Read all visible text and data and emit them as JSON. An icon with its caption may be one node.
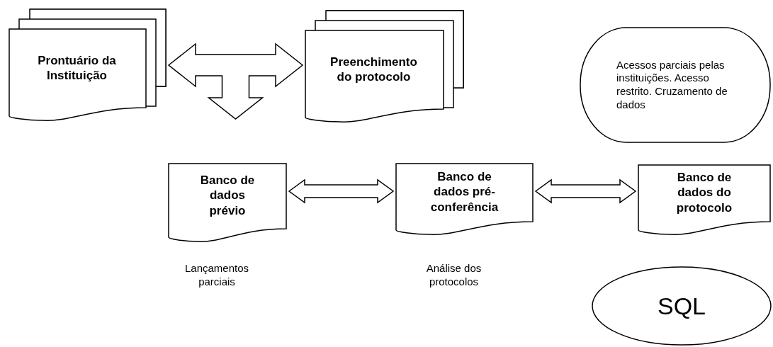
{
  "diagram": {
    "nodes": [
      {
        "text": [
          "Prontuário da Instituição"
        ]
      },
      {
        "text": [
          "Preenchimento do protocolo"
        ]
      },
      {
        "text": [
          "Acessos parciais pelas instituições. Acesso restrito. Cruzamento de dados"
        ]
      },
      {
        "text": [
          "Banco de dados prévio"
        ],
        "beside": [
          "Lançamentos parciais"
        ]
      },
      {
        "text": [
          "Banco de dados pré-conferência"
        ],
        "beside": [
          "Análise dos protocolos"
        ]
      },
      {
        "text": [
          "Banco de dados do protocolo"
        ]
      },
      {
        "text": [
          "SQL"
        ]
      }
    ],
    "edges": [
      {
        "from": 0,
        "to": 1,
        "arrow": "both"
      },
      {
        "from": 0,
        "to": 3,
        "arrow": "both"
      },
      {
        "from": 1,
        "to": 3,
        "arrow": "both"
      },
      {
        "from": 3,
        "to": 4,
        "arrow": "both"
      },
      {
        "from": 4,
        "to": 5,
        "arrow": "both"
      }
    ]
  }
}
